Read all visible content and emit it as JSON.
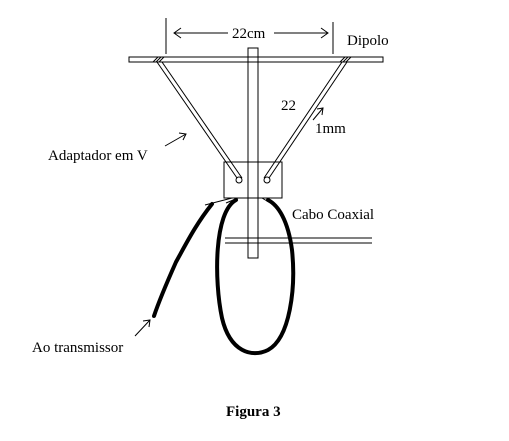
{
  "labels": {
    "dimension": "22cm",
    "dipole": "Dipolo",
    "wire_length": "22",
    "wire_diameter": "1mm",
    "v_adapter": "Adaptador em V",
    "coax": "Cabo Coaxial",
    "to_transmitter": "Ao transmissor"
  },
  "caption": "Figura 3",
  "colors": {
    "ink": "#000000",
    "background": "#ffffff"
  }
}
